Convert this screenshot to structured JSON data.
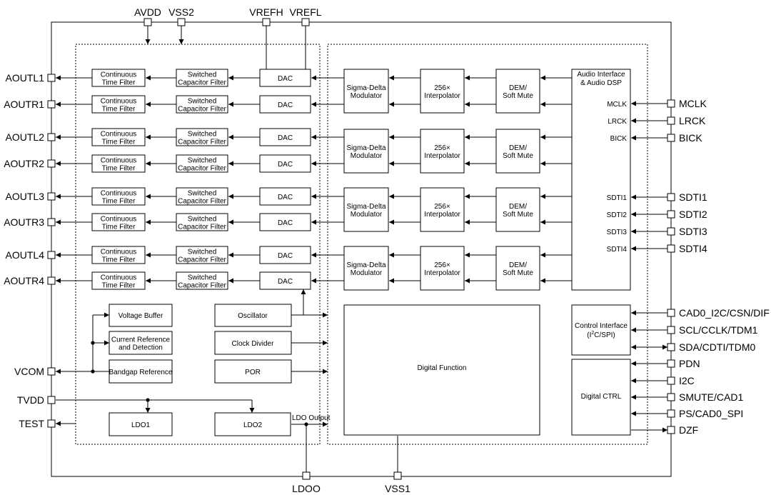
{
  "pins": {
    "top": [
      "AVDD",
      "VSS2",
      "VREFH",
      "VREFL"
    ],
    "left": [
      "AOUTL1",
      "AOUTR1",
      "AOUTL2",
      "AOUTR2",
      "AOUTL3",
      "AOUTR3",
      "AOUTL4",
      "AOUTR4",
      "VCOM",
      "TVDD",
      "TEST"
    ],
    "right": [
      "MCLK",
      "LRCK",
      "BICK",
      "SDTI1",
      "SDTI2",
      "SDTI3",
      "SDTI4",
      "CAD0_I2C/CSN/DIF",
      "SCL/CCLK/TDM1",
      "SDA/CDTI/TDM0",
      "PDN",
      "I2C",
      "SMUTE/CAD1",
      "PS/CAD0_SPI",
      "DZF"
    ],
    "bottom": [
      "LDOO",
      "VSS1"
    ]
  },
  "blocks": {
    "ctf": [
      "Continuous",
      "Time Filter"
    ],
    "scf": [
      "Switched",
      "Capacitor Filter"
    ],
    "dac": "DAC",
    "sdm": [
      "Sigma-Delta",
      "Modulator"
    ],
    "interp": [
      "256×",
      "Interpolator"
    ],
    "dem": [
      "DEM/",
      "Soft Mute"
    ],
    "audio_if": [
      "Audio Interface",
      "& Audio DSP"
    ],
    "aif_pins": [
      "MCLK",
      "LRCK",
      "BICK",
      "SDTI1",
      "SDTI2",
      "SDTI3",
      "SDTI4"
    ],
    "voltage_buffer": "Voltage Buffer",
    "current_ref": [
      "Current Reference",
      "and Detection"
    ],
    "bandgap": "Bandgap Reference",
    "oscillator": "Oscillator",
    "clock_divider": "Clock Divider",
    "por": "POR",
    "ldo1": "LDO1",
    "ldo2": "LDO2",
    "ldo_output": "LDO Output",
    "digital_function": "Digital Function",
    "control_if": [
      "Control Interface",
      "(I",
      "2",
      "C/SPI)"
    ],
    "digital_ctrl": "Digital CTRL"
  }
}
